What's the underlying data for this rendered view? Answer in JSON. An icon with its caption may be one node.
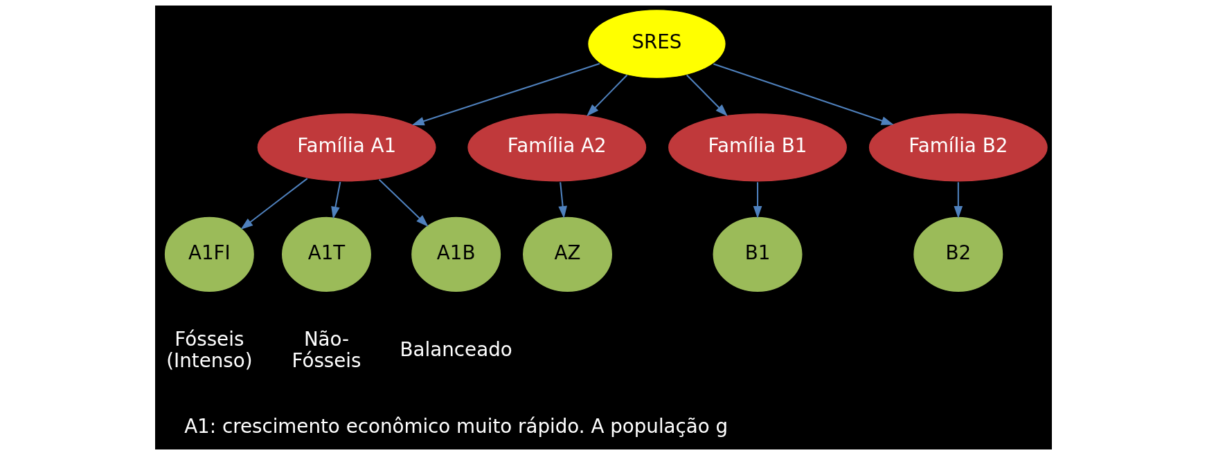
{
  "diagram": {
    "nodes": [
      {
        "text": [
          "SRES"
        ]
      },
      {
        "text": [
          "Família A1"
        ]
      },
      {
        "text": [
          "Família A2"
        ]
      },
      {
        "text": [
          "Família B1"
        ]
      },
      {
        "text": [
          "Família B2"
        ]
      },
      {
        "text": [
          "A1FI"
        ],
        "beside": [
          "Fósseis (Intenso)"
        ]
      },
      {
        "text": [
          "A1T"
        ],
        "beside": [
          "Não-Fósseis"
        ]
      },
      {
        "text": [
          "A1B"
        ],
        "beside": [
          "Balanceado"
        ]
      },
      {
        "text": [
          "AZ"
        ]
      },
      {
        "text": [
          "B1"
        ]
      },
      {
        "text": [
          "B2"
        ]
      }
    ],
    "edges": [
      {
        "from": 0,
        "to": 1,
        "arrow": "to"
      },
      {
        "from": 0,
        "to": 2,
        "arrow": "to"
      },
      {
        "from": 0,
        "to": 3,
        "arrow": "to"
      },
      {
        "from": 0,
        "to": 4,
        "arrow": "to"
      },
      {
        "from": 1,
        "to": 5,
        "arrow": "to"
      },
      {
        "from": 1,
        "to": 6,
        "arrow": "to"
      },
      {
        "from": 1,
        "to": 7,
        "arrow": "to"
      },
      {
        "from": 2,
        "to": 8,
        "arrow": "to"
      },
      {
        "from": 3,
        "to": 9,
        "arrow": "to"
      },
      {
        "from": 4,
        "to": 10,
        "arrow": "to"
      }
    ],
    "labels": [
      "A1: crescimento econômico muito rápido. A população g"
    ]
  }
}
